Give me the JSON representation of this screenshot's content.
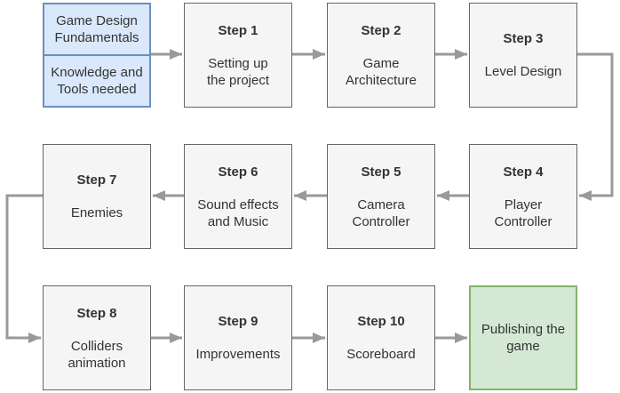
{
  "colors": {
    "background": "#ffffff",
    "text": "#333333",
    "arrow": "#999999",
    "start_fill": "#dae8fc",
    "start_border": "#6c8ebf",
    "step_fill": "#f5f5f5",
    "step_border": "#666666",
    "end_fill": "#d5e8d4",
    "end_border": "#82b366"
  },
  "start_box": {
    "top_text": "Game Design\nFundamentals",
    "bottom_text": "Knowledge and\nTools needed"
  },
  "steps": [
    {
      "label": "Step 1",
      "text": "Setting up\nthe project"
    },
    {
      "label": "Step 2",
      "text": "Game\nArchitecture"
    },
    {
      "label": "Step 3",
      "text": "Level Design"
    },
    {
      "label": "Step 4",
      "text": "Player\nController"
    },
    {
      "label": "Step 5",
      "text": "Camera\nController"
    },
    {
      "label": "Step 6",
      "text": "Sound effects\nand Music"
    },
    {
      "label": "Step 7",
      "text": "Enemies"
    },
    {
      "label": "Step 8",
      "text": "Colliders\nanimation"
    },
    {
      "label": "Step 9",
      "text": "Improvements"
    },
    {
      "label": "Step 10",
      "text": "Scoreboard"
    }
  ],
  "end_box": {
    "text": "Publishing the\ngame"
  }
}
